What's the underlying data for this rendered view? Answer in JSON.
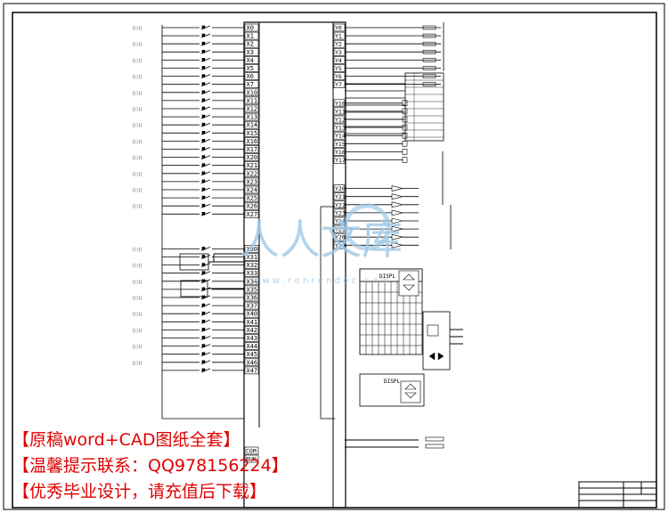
{
  "watermark": {
    "text": "人人文库",
    "subtext": "w w w . r e n r e n d o c . c o m",
    "color": "#9fc8e6"
  },
  "banners": [
    "【原稿word+CAD图纸全套】",
    "【温馨提示联系：QQ978156224】",
    "【优秀毕业设计，请充值后下载】"
  ],
  "plc_inputs": [
    "X0",
    "X1",
    "X2",
    "X3",
    "X4",
    "X5",
    "X6",
    "X7",
    "X10",
    "X11",
    "X12",
    "X13",
    "X14",
    "X15",
    "X16",
    "X17",
    "X20",
    "X21",
    "X22",
    "X23",
    "X24",
    "X25",
    "X26",
    "X27",
    "X30",
    "X31",
    "X32",
    "X33",
    "X34",
    "X35",
    "X36",
    "X37",
    "X40",
    "X41",
    "X42",
    "X43",
    "X44",
    "X45",
    "X46",
    "X47"
  ],
  "plc_terminal_extra": [
    "COM",
    "RUN"
  ],
  "plc_outputs": [
    "Y0",
    "Y1",
    "Y2",
    "Y3",
    "Y4",
    "Y5",
    "Y6",
    "Y7",
    "Y10",
    "Y11",
    "Y12",
    "Y13",
    "Y14",
    "Y15",
    "Y16",
    "Y17",
    "Y20",
    "Y21",
    "Y22",
    "Y23",
    "Y24",
    "Y25",
    "Y26",
    "Y27"
  ],
  "floor_displays": [
    "DISPL",
    "DISPL"
  ],
  "colors": {
    "line": "#000000",
    "banner": "#e00000"
  }
}
